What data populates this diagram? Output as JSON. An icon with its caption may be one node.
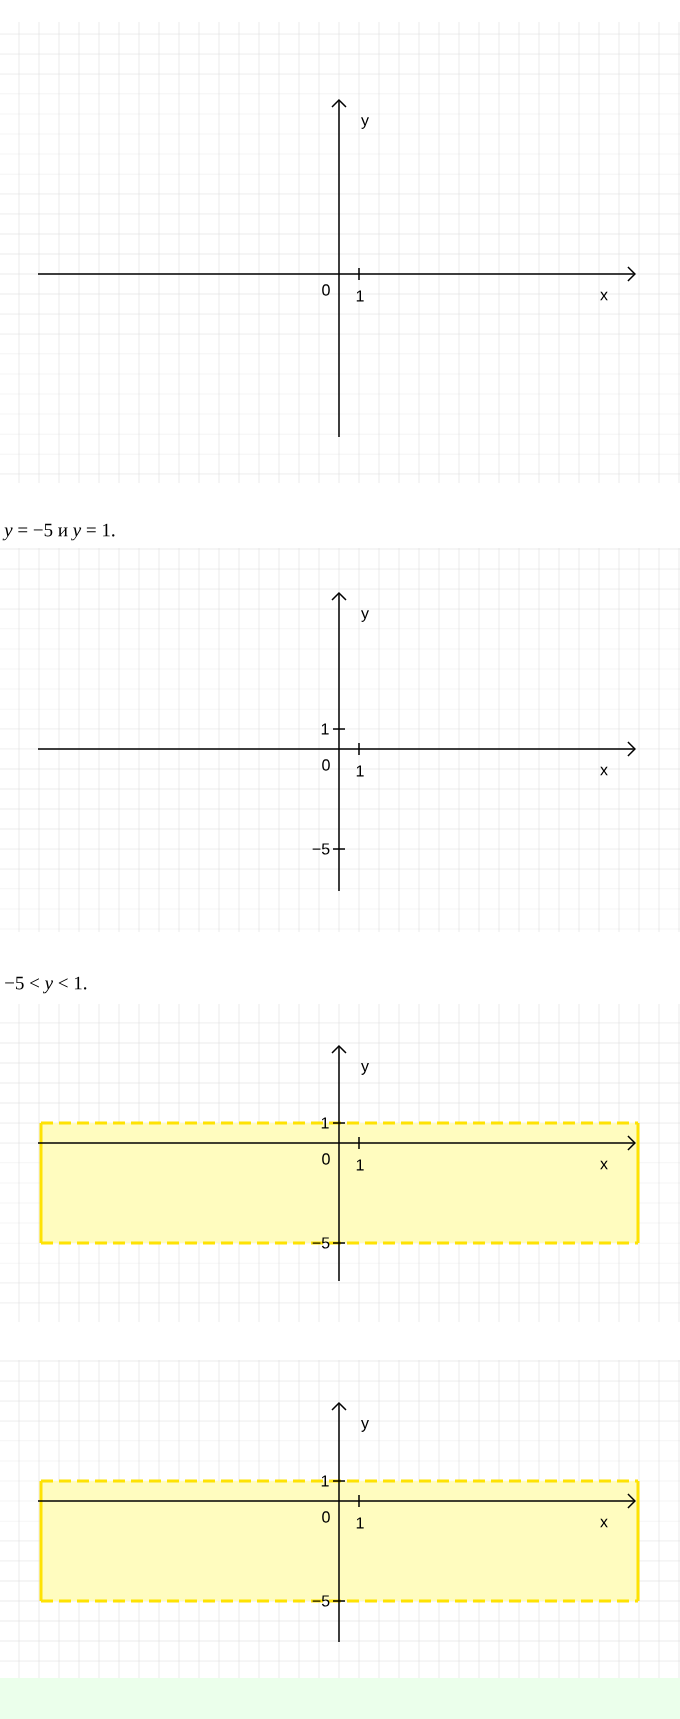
{
  "diagram": {
    "labels": [
      "y",
      "0",
      "1",
      "x",
      "*y* = −5 и *y* = 1.",
      "y",
      "1",
      "0",
      "1",
      "x",
      "−5",
      "−5 < *y* < 1.",
      "y",
      "1",
      "0",
      "1",
      "x",
      "−5",
      "y",
      "1",
      "0",
      "1",
      "x",
      "−5"
    ]
  }
}
